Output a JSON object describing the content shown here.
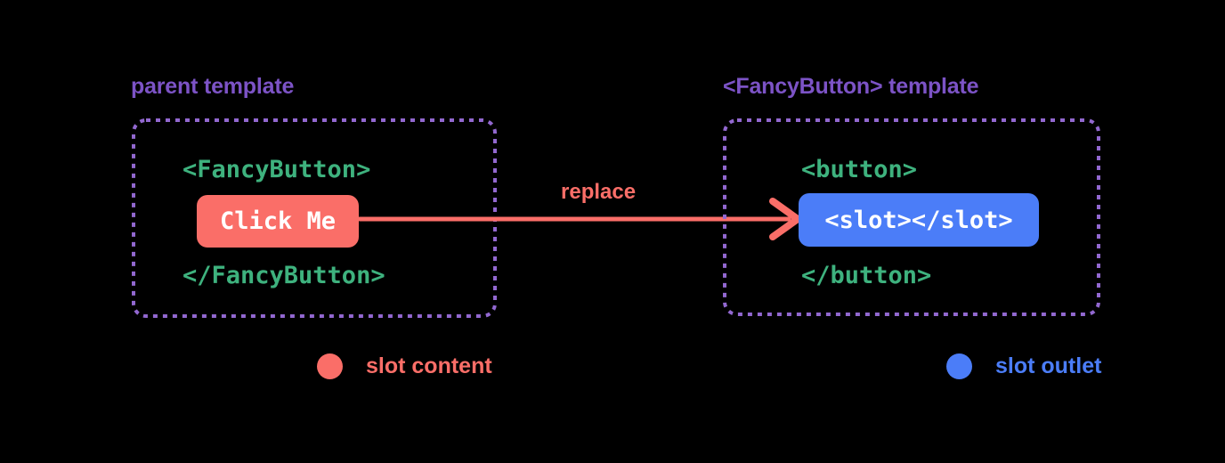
{
  "colors": {
    "red": "#fa6e68",
    "blue": "#4b7df8",
    "purple_title": "#7c53c6",
    "purple_border": "#9268d0",
    "green": "#3eb27e",
    "white": "#ffffff",
    "background": "#000000"
  },
  "parent_panel": {
    "title": "parent template",
    "open_tag": "<FancyButton>",
    "button_label": "Click Me",
    "close_tag": "</FancyButton>"
  },
  "arrow": {
    "label": "replace"
  },
  "fancy_button_panel": {
    "title": "<FancyButton> template",
    "open_tag": "<button>",
    "slot_code": "<slot></slot>",
    "close_tag": "</button>"
  },
  "legend": {
    "slot_content": "slot content",
    "slot_outlet": "slot outlet"
  }
}
